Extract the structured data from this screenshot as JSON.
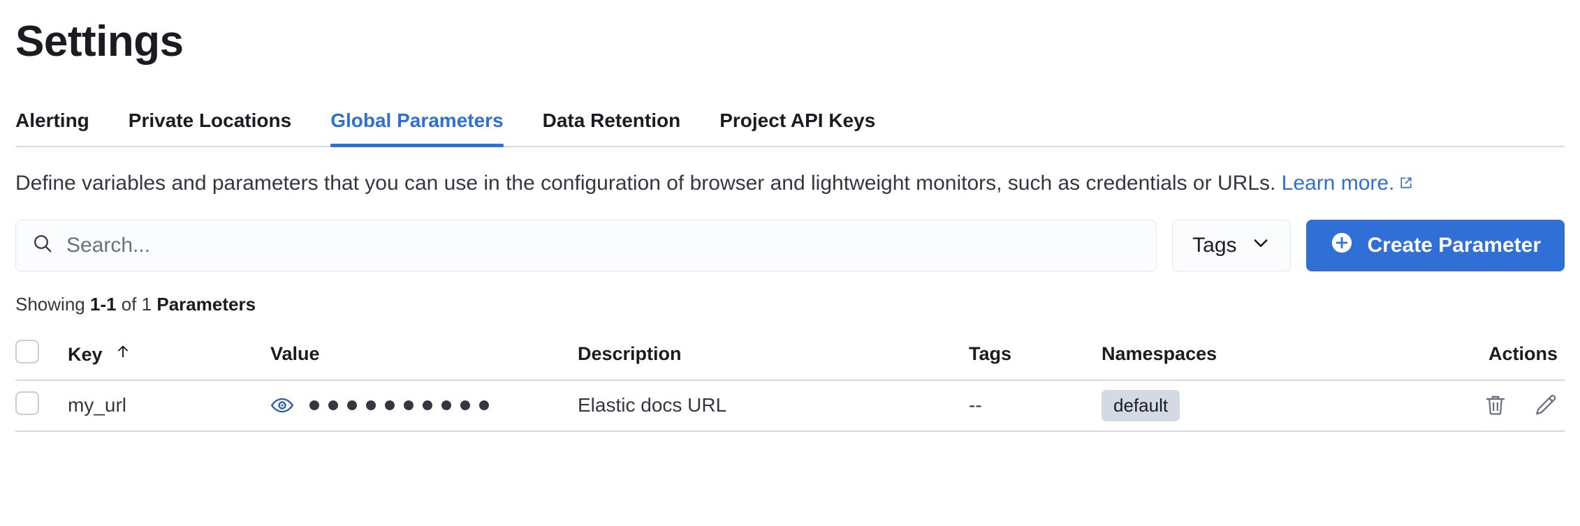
{
  "header": {
    "title": "Settings"
  },
  "tabs": [
    {
      "label": "Alerting",
      "active": false
    },
    {
      "label": "Private Locations",
      "active": false
    },
    {
      "label": "Global Parameters",
      "active": true
    },
    {
      "label": "Data Retention",
      "active": false
    },
    {
      "label": "Project API Keys",
      "active": false
    }
  ],
  "description": {
    "text": "Define variables and parameters that you can use in the configuration of browser and lightweight monitors, such as credentials or URLs. ",
    "link_label": "Learn more.",
    "link_icon": "external-link-icon"
  },
  "controls": {
    "search_placeholder": "Search...",
    "search_value": "",
    "search_icon": "search-icon",
    "tags_label": "Tags",
    "tags_caret_icon": "chevron-down-icon",
    "create_label": "Create Parameter",
    "create_icon": "plus-circle-icon"
  },
  "summary": {
    "prefix": "Showing ",
    "range": "1-1",
    "middle": " of 1 ",
    "noun": "Parameters"
  },
  "table": {
    "columns": [
      {
        "key": "select",
        "label": ""
      },
      {
        "key": "key",
        "label": "Key",
        "sorted": "asc",
        "sort_icon": "sort-arrow-up-icon"
      },
      {
        "key": "value",
        "label": "Value"
      },
      {
        "key": "description",
        "label": "Description"
      },
      {
        "key": "tags",
        "label": "Tags"
      },
      {
        "key": "namespaces",
        "label": "Namespaces"
      },
      {
        "key": "actions",
        "label": "Actions"
      }
    ],
    "rows": [
      {
        "key": "my_url",
        "value_masked": "••••••••••",
        "value_dot_count": 10,
        "value_toggle_icon": "eye-icon",
        "description": "Elastic docs URL",
        "tags": "--",
        "namespaces": [
          "default"
        ],
        "actions": [
          {
            "name": "delete-icon",
            "label": "Delete"
          },
          {
            "name": "edit-icon",
            "label": "Edit"
          }
        ]
      }
    ]
  },
  "colors": {
    "accent": "#2f6fd6",
    "text": "#1a1c21",
    "muted": "#343741",
    "border": "#d3dae6",
    "badge_bg": "#d3dae6"
  }
}
